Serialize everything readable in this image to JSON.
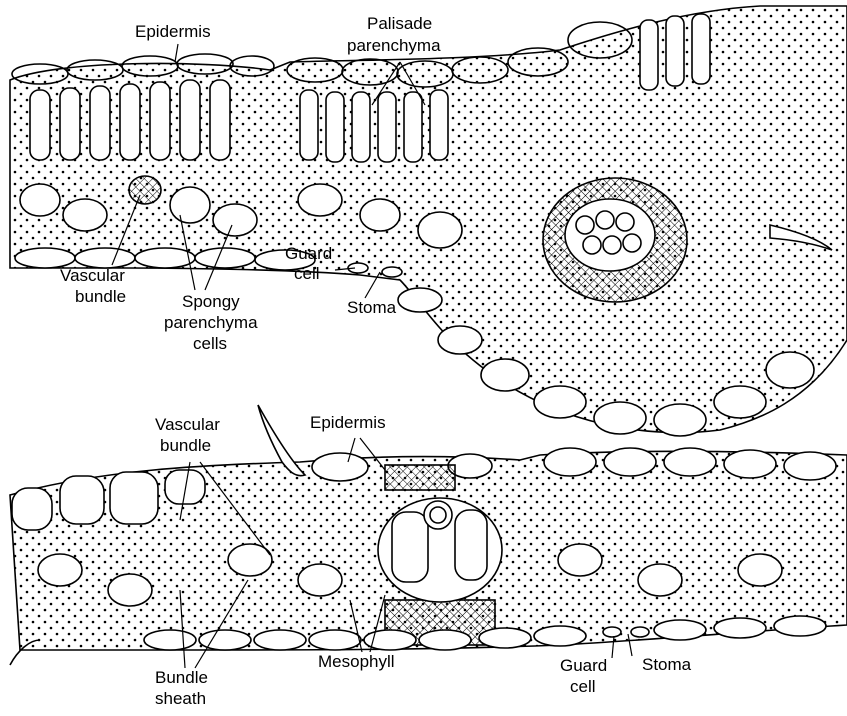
{
  "top_section": {
    "labels": {
      "epidermis": "Epidermis",
      "palisade_1": "Palisade",
      "palisade_2": "parenchyma",
      "vascular_1": "Vascular",
      "vascular_2": "bundle",
      "spongy_1": "Spongy",
      "spongy_2": "parenchyma",
      "spongy_3": "cells",
      "guard_1": "Guard",
      "guard_2": "cell",
      "stoma": "Stoma"
    }
  },
  "bottom_section": {
    "labels": {
      "vascular_1": "Vascular",
      "vascular_2": "bundle",
      "epidermis": "Epidermis",
      "bundle_sheath_1": "Bundle",
      "bundle_sheath_2": "sheath",
      "mesophyll": "Mesophyll",
      "guard_1": "Guard",
      "guard_2": "cell",
      "stoma": "Stoma"
    }
  },
  "colors": {
    "line": "#000000",
    "background": "#ffffff"
  }
}
